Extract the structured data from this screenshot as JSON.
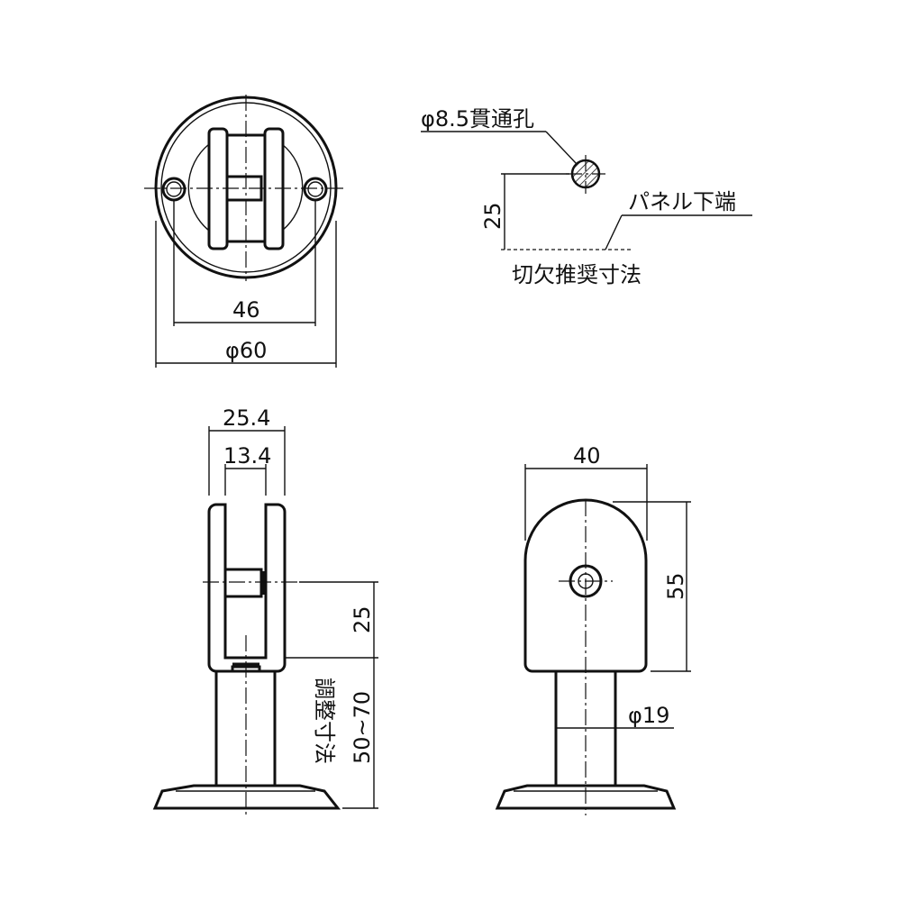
{
  "top_view": {
    "dim_hole_pitch": "46",
    "dim_diameter": "φ60"
  },
  "cutout": {
    "hole_label": "φ8.5貫通孔",
    "panel_edge_label": "パネル下端",
    "dim_height": "25",
    "caption": "切欠推奨寸法"
  },
  "side_view": {
    "dim_outer_width": "25.4",
    "dim_slot_width": "13.4",
    "dim_pin_height": "25",
    "adjust_label": "調整寸法",
    "adjust_range": "50~70"
  },
  "front_view": {
    "dim_width": "40",
    "dim_height": "55",
    "dim_pole": "φ19"
  },
  "colors": {
    "line": "#111111",
    "background": "#ffffff"
  }
}
